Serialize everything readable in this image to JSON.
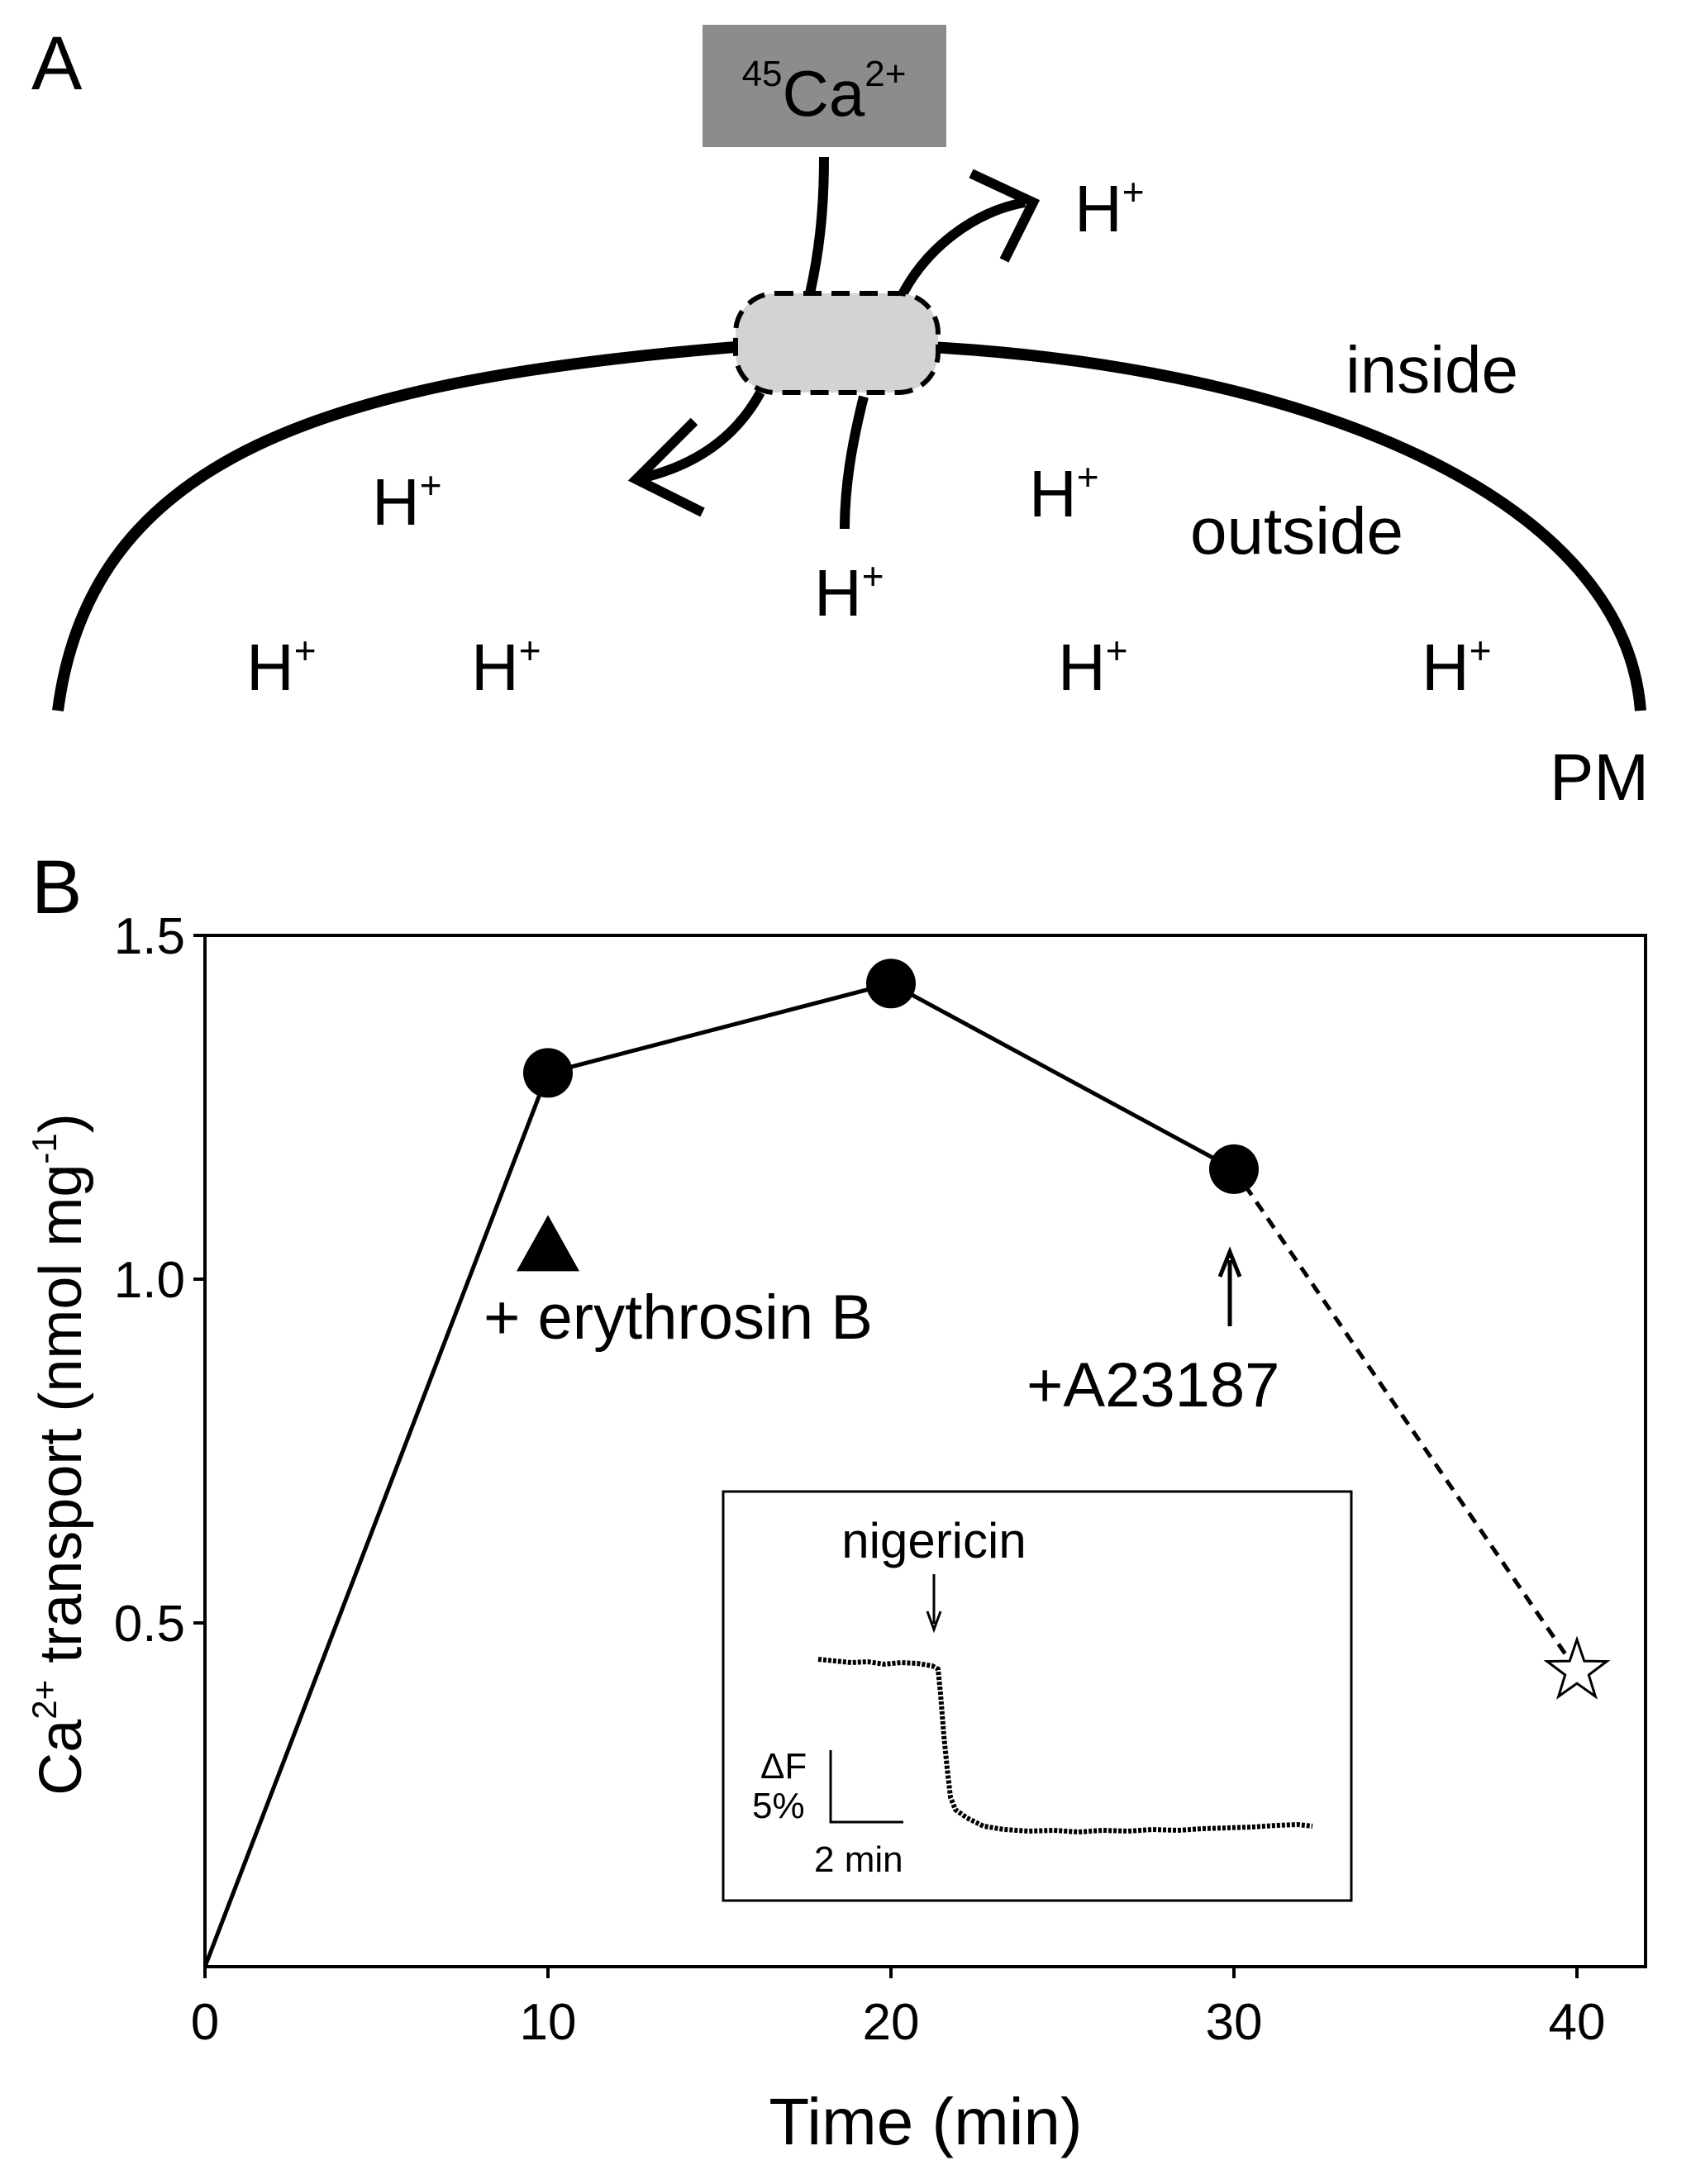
{
  "panel_a": {
    "label": "A",
    "ion_box": {
      "isotope": "45",
      "element": "Ca",
      "charge": "2+"
    },
    "proton": {
      "symbol": "H",
      "charge": "+"
    },
    "inside_label": "inside",
    "outside_label": "outside",
    "membrane_label": "PM"
  },
  "panel_b": {
    "label": "B",
    "annotations": {
      "erythrosin": "+ erythrosin B",
      "a23187": "+A23187"
    },
    "inset": {
      "label": "nigericin",
      "scale_y": "ΔF",
      "scale_y_value": "5%",
      "scale_x": "2 min"
    }
  },
  "colors": {
    "ion_box": "#8c8c8c",
    "transporter_fill": "#d3d3d3",
    "line": "#000000"
  },
  "chart_data": {
    "type": "line",
    "xlabel": "Time (min)",
    "ylabel_parts": {
      "pre": "Ca",
      "sup": "2+",
      "mid": " transport (nmol mg",
      "sup2": "-1",
      "post": ")"
    },
    "xlim": [
      0,
      42
    ],
    "ylim": [
      0,
      1.5
    ],
    "xticks": [
      0,
      10,
      20,
      30,
      40
    ],
    "xtick_labels": [
      "0",
      "10",
      "20",
      "30",
      "40"
    ],
    "yticks": [
      0.5,
      1.0,
      1.5
    ],
    "ytick_labels": [
      "0.5",
      "1.0",
      "1.5"
    ],
    "series": [
      {
        "x": [
          0,
          10,
          20,
          30
        ],
        "y": [
          0,
          1.3,
          1.43,
          1.16
        ],
        "style": "solid",
        "marker": "filled-circle",
        "marker_from_index": 1
      },
      {
        "x": [
          30,
          40
        ],
        "y": [
          1.16,
          0.43
        ],
        "style": "dashed",
        "marker": "open-star",
        "marker_from_index": 1
      }
    ],
    "extra_markers": [
      {
        "x": 10,
        "y": 1.05,
        "marker": "filled-triangle"
      }
    ]
  }
}
